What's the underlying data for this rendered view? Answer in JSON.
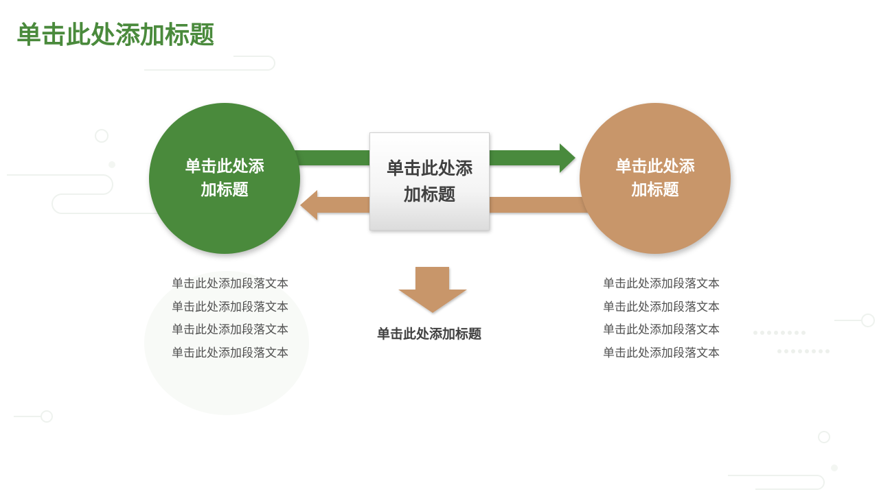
{
  "title": "单击此处添加标题",
  "colors": {
    "green": "#4a8a3c",
    "tan": "#c8966a",
    "text_dark": "#404040",
    "text_body": "#505050"
  },
  "diagram": {
    "left_node": {
      "label": "单击此处添加标题"
    },
    "center_node": {
      "label": "单击此处添加标题"
    },
    "right_node": {
      "label": "单击此处添加标题"
    },
    "down_caption": "单击此处添加标题",
    "left_paragraph": "单击此处添加段落文本单击此处添加段落文本单击此处添加段落文本单击此处添加段落文本",
    "right_paragraph": "单击此处添加段落文本单击此处添加段落文本单击此处添加段落文本单击此处添加段落文本",
    "edges": [
      {
        "from": "left_node",
        "to": "right_node",
        "color": "green"
      },
      {
        "from": "right_node",
        "to": "left_node",
        "color": "tan"
      },
      {
        "from": "center_node",
        "to": "down_caption",
        "color": "tan"
      }
    ]
  }
}
